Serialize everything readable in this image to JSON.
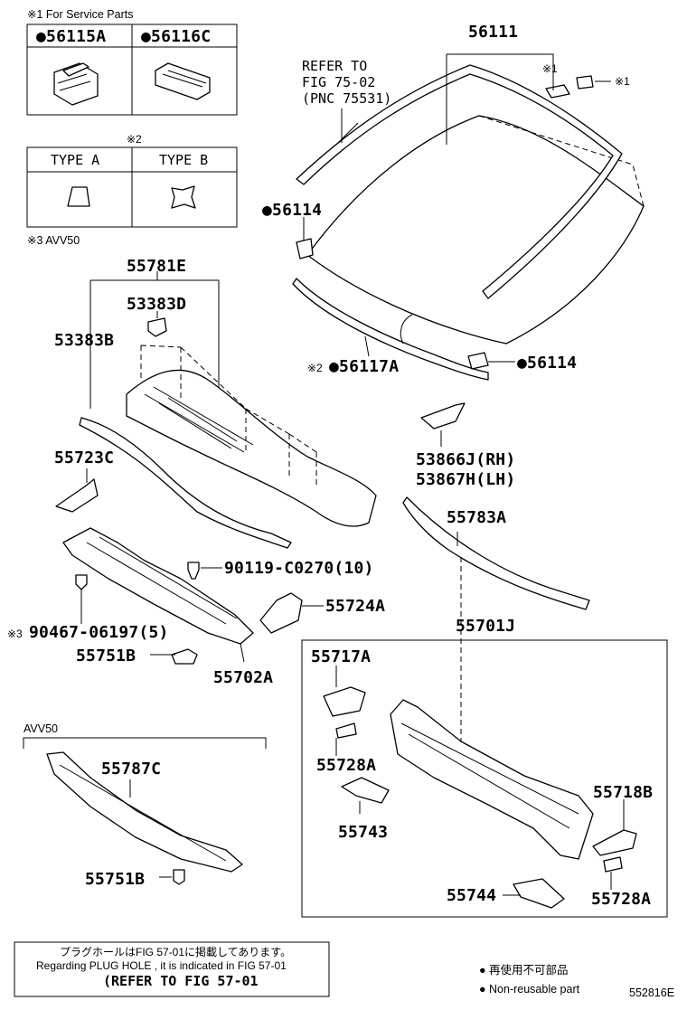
{
  "service_note": "※1 For Service Parts",
  "service_parts": [
    {
      "label": "●56115A"
    },
    {
      "label": "●56116C"
    }
  ],
  "type_note_mark": "※2",
  "types": [
    {
      "label": "TYPE A"
    },
    {
      "label": "TYPE B"
    }
  ],
  "avv50_note": "※3 AVV50",
  "avv50_label": "AVV50",
  "refer_fig_75": [
    "REFER TO",
    "FIG 75-02",
    "(PNC 75531)"
  ],
  "mark1": "※1",
  "mark2": "※2",
  "mark3": "※3",
  "parts": {
    "p56111": "56111",
    "p56114a": "●56114",
    "p56114b": "●56114",
    "p56117a": "●56117A",
    "p55781e": "55781E",
    "p53383d": "53383D",
    "p53383b": "53383B",
    "p55723c": "55723C",
    "p53866j": "53866J(RH)",
    "p53867h": "53867H(LH)",
    "p55783a": "55783A",
    "p90119": "90119-C0270(10)",
    "p55724a": "55724A",
    "p90467": "90467-06197(5)",
    "p55751b_a": "55751B",
    "p55702a": "55702A",
    "p55701j": "55701J",
    "p55717a": "55717A",
    "p55728a_a": "55728A",
    "p55743": "55743",
    "p55718b": "55718B",
    "p55744": "55744",
    "p55728a_b": "55728A",
    "p55787c": "55787C",
    "p55751b_b": "55751B"
  },
  "plug_hole_note": {
    "jp": "プラグホールはFIG 57-01に掲載してあります。",
    "en": "Regarding PLUG HOLE , it is indicated in FIG 57-01",
    "refer": "(REFER TO FIG 57-01"
  },
  "legend": {
    "jp": "● 再使用不可部品",
    "en": "● Non-reusable part"
  },
  "figure_code": "552816E"
}
